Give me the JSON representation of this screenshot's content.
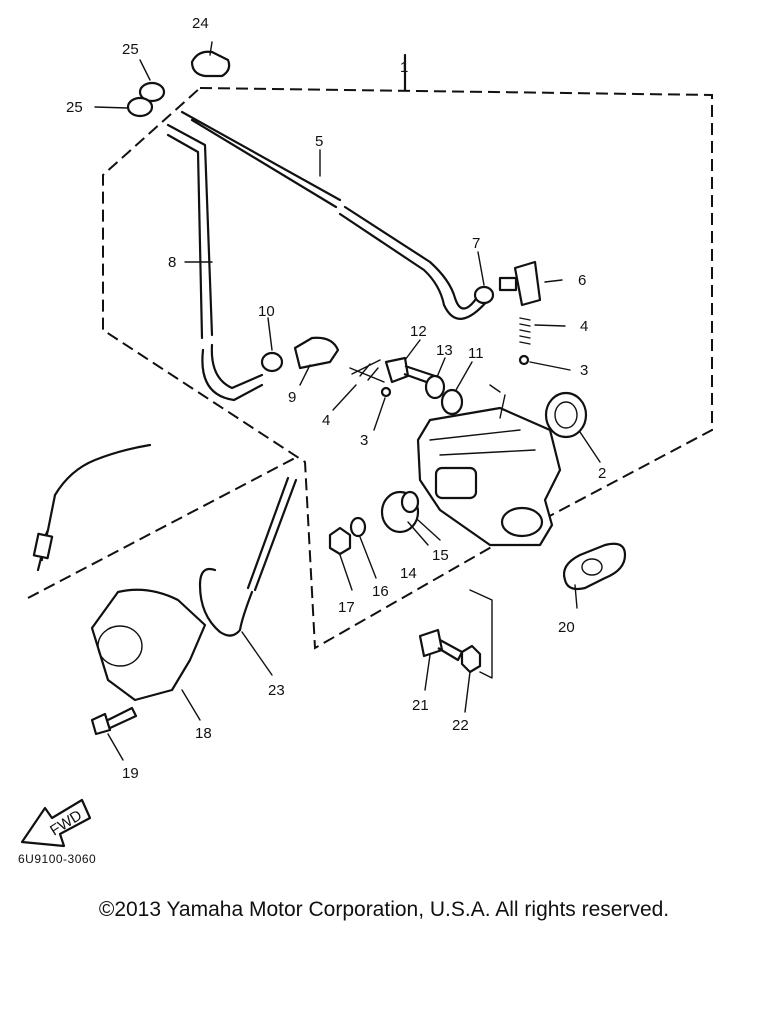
{
  "diagram": {
    "labels": {
      "group": "1",
      "p2": "2",
      "p3a": "3",
      "p3b": "3",
      "p4a": "4",
      "p4b": "4",
      "p5": "5",
      "p6": "6",
      "p7": "7",
      "p8": "8",
      "p9": "9",
      "p10": "10",
      "p11": "11",
      "p12": "12",
      "p13": "13",
      "p14": "14",
      "p15": "15",
      "p16": "16",
      "p17": "17",
      "p18": "18",
      "p19": "19",
      "p20": "20",
      "p21": "21",
      "p22": "22",
      "p23": "23",
      "p24": "24",
      "p25a": "25",
      "p25b": "25"
    },
    "fwd_label": "FWD",
    "code": "6U9100-3060"
  },
  "footer": {
    "copyright": "©2013 Yamaha Motor Corporation, U.S.A. All rights reserved."
  }
}
